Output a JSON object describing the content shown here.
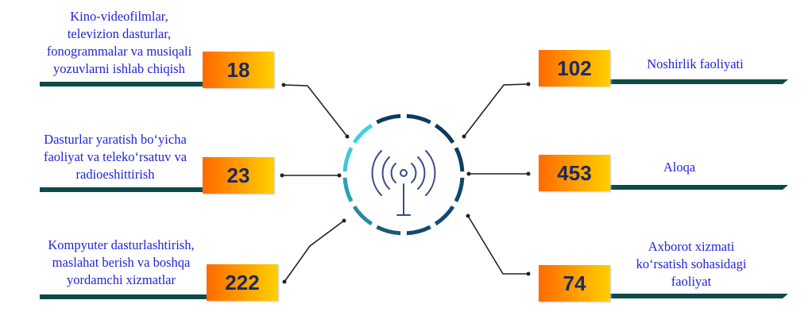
{
  "center_icon": "radio-tower-icon",
  "left": [
    {
      "label": "Kino-videofilmlar, televizion dasturlar, fonogrammalar va musiqali yozuvlarni ishlab chiqish",
      "lines": [
        "Kino-videofilmlar,",
        "televizion dasturlar,",
        "fonogrammalar va musiqali",
        "yozuvlarni ishlab chiqish"
      ],
      "value": "18"
    },
    {
      "label": "Dasturlar yaratish bo‘yicha faoliyat va teleko‘rsatuv va radioeshittirish",
      "lines": [
        "Dasturlar yaratish bo‘yicha",
        "faoliyat va teleko‘rsatuv va",
        "radioeshittirish"
      ],
      "value": "23"
    },
    {
      "label": "Kompyuter dasturlashtirish, maslahat berish va boshqa yordamchi xizmatlar",
      "lines": [
        "Kompyuter dasturlashtirish,",
        "maslahat berish va boshqa",
        "yordamchi xizmatlar"
      ],
      "value": "222"
    }
  ],
  "right": [
    {
      "lines": [
        "Noshirlik faoliyati"
      ],
      "value": "102"
    },
    {
      "lines": [
        "Aloqa"
      ],
      "value": "453"
    },
    {
      "lines": [
        "Axborot xizmati",
        "ko‘rsatish sohasidagi",
        "faoliyat"
      ],
      "value": "74"
    }
  ],
  "colors": {
    "box_from": "#ff6a00",
    "box_to": "#ffd000",
    "bar": "#0e4a4a",
    "text": "#2323d8",
    "ring_light": "#3cc8dc",
    "ring_dark": "#0e3a5a"
  }
}
